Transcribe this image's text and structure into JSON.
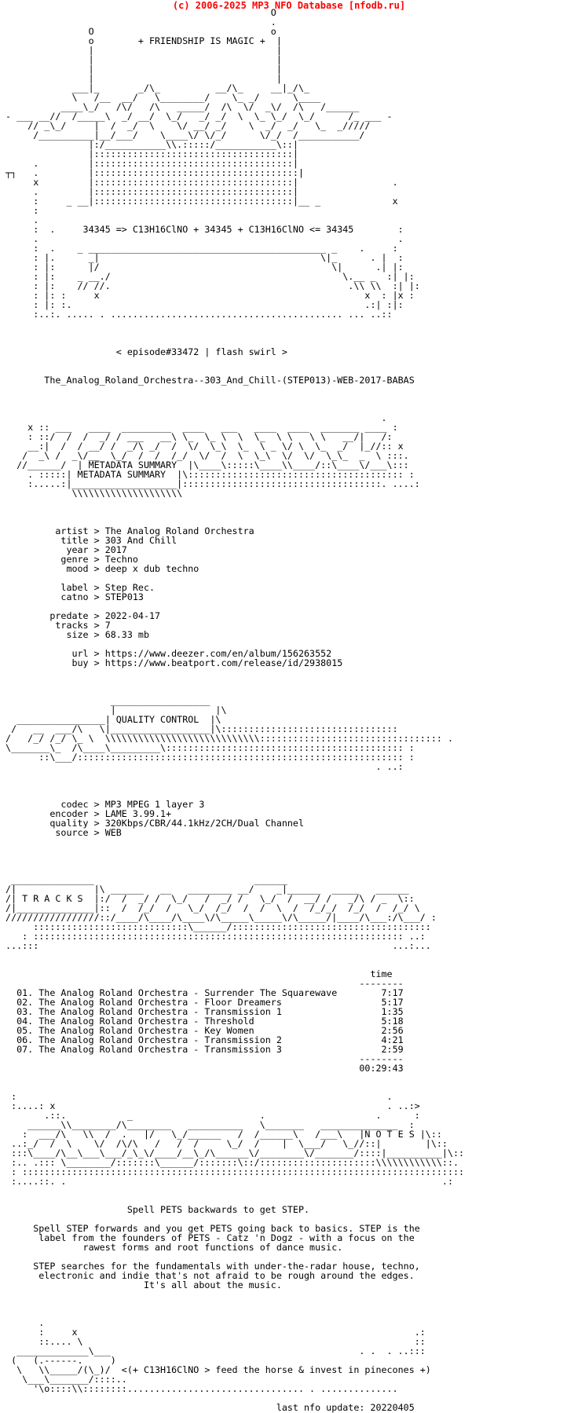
{
  "header": "(c) 2006-2025 MP3 NFO Database [nfodb.ru]",
  "nfo_lines": [
    "                                                 O",
    "                                                 .",
    "                O                                o",
    "                o        + FRIENDSHIP IS MAGIC +  |",
    "                |                                 |",
    "                |                                 |",
    "                |                                 |",
    "                |                                 |",
    "             ___|_       _/\\_          __/\\_     __|_/\\_",
    "             \\   /__  __/   \\________/    \\_ _/      \\____",
    "           ____\\_/   /\\/   /\\   _____/  /\\  \\/  _\\/  /\\   /______",
    " - ___ __//  /_____\\  _/ __/  \\_/   _/ _/  \\  \\_ \\_/  \\_/      /_ ___ -",
    "     // _\\_/     |  /  _/  \\    \\/ __/ _/    \\  _/  _/   \\_  _/////",
    "      /__________|__/___/    \\____\\/ \\/_/      \\/_/  /___________/",
    "                |:/___________\\\\.:::::/___________\\::|",
    "                |::::::::::::::::::::::::::::::::::::|",
    "      .         |::::::::::::::::::::::::::::::::::::|",
    " ┬┐   .         |:::::::::::::::::::::::::::::::::::::|",
    "      x         |::::::::::::::::::::::::::::::::::::|                 .",
    "      .         |::::::::::::::::::::::::::::::::::::|",
    "      :     _ __|::::::::::::::::::::::::::::::::::::|__ _             x",
    "      :",
    "      .",
    "      :  .     34345 => C13H16ClNO + 34345 + C13H16ClNO <= 34345        :",
    "      .                                                                 .",
    "      :  .    _ ___________________________________________ _    .     :",
    "      : |.      _|                                        \\|_      . |  :",
    "      : |:      |/                                          \\|      .| |:",
    "      : |:    _ __./                                          \\.__ _  :| |:",
    "      : |:    // //.                                           .\\\\ \\\\  :| |:",
    "      : |: :     x                                                x  : |x :",
    "      : |: :.                                                     .:| :|:",
    "      :..:. ..... . .......................................... ... ..::",
    "",
    "",
    "",
    "                     < episode#33472 | flash swirl >",
    "",
    "",
    "        The_Analog_Roland_Orchestra--303_And_Chill-(STEP013)-WEB-2017-BABAS",
    "",
    "",
    "",
    "                                                                     .",
    "     x :: ___   ____  _________  ____   ___   ____  ____  _______ ____ :",
    "     : ::/  /  /  _/ / ___   __\\ \\_  \\_ \\  \\  \\_  \\ \\   \\ \\   __/|   /:",
    "     __:|  /  / __/ /  _/\\ _/  /  \\/  \\_\\  \\_  \\ _ \\/ \\  \\_  _/  |_//:: x",
    "    /  _\\ /  _\\/__  \\_/  /  /  /_/  \\/  /  \\  \\_\\  \\/  \\/  \\_\\_  _  \\ :::.",
    "   //______/  | METADATA SUMMARY  |\\____\\:::::\\____\\\\____/::\\____\\/___\\:::",
    "     . :::::| METADATA SUMMARY  |\\::::::::::::::::::::::::::::::::::::::: :",
    "     :.....:|___________________|::::::::::::::::::::::::::::::::::::. ....:",
    "             \\\\\\\\\\\\\\\\\\\\\\\\\\\\\\\\\\\\\\\\",
    "",
    "",
    "",
    "          artist > The Analog Roland Orchestra",
    "           title > 303 And Chill",
    "            year > 2017",
    "           genre > Techno",
    "            mood > deep x dub techno",
    "",
    "           label > Step Rec.",
    "           catno > STEP013",
    "",
    "         predate > 2022-04-17",
    "          tracks > 7",
    "            size > 68.33 mb",
    "",
    "             url > https://www.deezer.com/en/album/156263552",
    "             buy > https://www.beatport.com/release/id/2938015",
    "",
    "",
    "",
    "                    __________________",
    "                    |                  |\\",
    "   ________________| QUALITY CONTROL  |\\",
    "  /   __  ___/\\   \\|__________________|\\::::::::::::::::::::::::::::::::",
    " /   /_/ /_/ \\_ \\  \\\\\\\\\\\\\\\\\\\\\\\\\\\\\\\\\\\\\\\\\\\\\\\\\\\\\\\\::::::::::::::::::::::::::::::::: .",
    " \\_______\\_  /\\____\\_________\\::::::::::::::::::::::::::::::::::::::::::: :",
    "       ::\\___/::::::::::::::::::::::::::::::::::::::::::::::::::::::::::: :",
    "                                                                    . ..:",
    "",
    "",
    "",
    "           codec > MP3 MPEG 1 layer 3",
    "         encoder > LAME 3.99.1+",
    "         quality > 320Kbps/CBR/44.1kHz/2CH/Dual Channel",
    "          source > WEB",
    "",
    "",
    "",
    "",
    "  _______________                             ______",
    " /|              |\\ ______   __   ________ __/    _|______  _____   ______",
    " /| T R A C K S  |:/  /  _/ /  \\_/   /  _/ /   \\_/  /  __/ /   _/\\ / _  \\::",
    " /|______________|::  /  /_/  /   \\_/  /_/  /  /  \\  /  /_/_/  /_/  /  /_/ \\",
    " /////////////////::/____/\\____/\\____\\/\\_____\\_____\\/\\_____/|____/\\___:/\\___/ :",
    "      ::::::::::::::::::::::::::::\\______/::::::::::::::::::::::::::::::::::::",
    "    : ::::::::::::::::::::::::::::::::::::::::::::::::::::::::::::::::::: ..:",
    " ...:::                                                                ...:...",
    "",
    "",
    "                                                                   time",
    "                                                                 --------",
    "   01. The Analog Roland Orchestra - Surrender The Squarewave        7:17",
    "   02. The Analog Roland Orchestra - Floor Dreamers                  5:17",
    "   03. The Analog Roland Orchestra - Transmission 1                  1:35",
    "   04. The Analog Roland Orchestra - Threshold                       5:18",
    "   05. The Analog Roland Orchestra - Key Women                       2:56",
    "   06. The Analog Roland Orchestra - Transmission 2                  4:21",
    "   07. The Analog Roland Orchestra - Transmission 3                  2:59",
    "                                                                 --------",
    "                                                                 00:29:43",
    "",
    "",
    "  :                                                                   .",
    "  :....: x                                                            . ..:>",
    "        .::.           _                       .                    .      :",
    "     ______\\\\________/\\________   __________   \\_______   ______________  :",
    "    :  ___/\\   \\\\  /  .   |/   \\_/______   /  /______\\   /___\\   |N O T E S |\\::",
    "  ..:_/  /  \\    \\/  /\\/\\   /   /  /     \\_/  /    |  \\___/   \\_//::|        |\\::",
    "  :::\\____/\\__\\___\\___/_\\_\\/____/__\\_/\\______\\/________\\/_______/::::|__________|\\::",
    "  :.. .::: \\________/:::::::\\______/:::::::\\::/:::::::::::::::::::::\\\\\\\\\\\\\\\\\\\\\\\\::.",
    "  : ::::::::::::::::::::::::::::::::::::::::::::::::::::::::::::::::::::::::::::::::",
    "  :....::. .                                                                    .:",
    "",
    "",
    "                       Spell PETS backwards to get STEP.",
    "",
    "      Spell STEP forwards and you get PETS going back to basics. STEP is the",
    "       label from the founders of PETS - Catz 'n Dogz - with a focus on the",
    "               rawest forms and root functions of dance music.",
    "",
    "      STEP searches for the fundamentals with under-the-radar house, techno,",
    "       electronic and indie that's not afraid to be rough around the edges.",
    "                          It's all about the music.",
    "",
    "",
    "",
    "       .",
    "       :     x                                                             .:",
    "       ::.... \\                                                            ::",
    "   _____________\\___                                             . .  . ..:::",
    "  (   (.------.     )",
    "   \\   \\\\_____/(\\_)/  <(+ C13H16ClNO > feed the horse & invest in pinecones +)",
    "    \\___\\_______/::::..",
    "      '\\o::::\\\\::::::::................................ . ..............",
    "",
    "                                                  last nfo update: 20220405"
  ]
}
